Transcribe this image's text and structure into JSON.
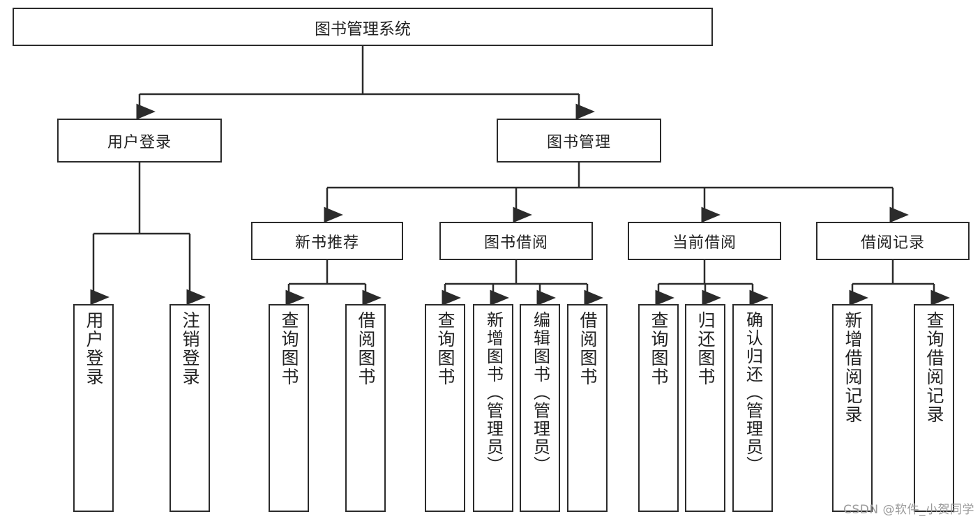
{
  "diagram": {
    "type": "tree-hierarchy",
    "title": "图书管理系统",
    "watermark": "CSDN @软件_小贺同学",
    "colors": {
      "stroke": "#2b2b2b",
      "fill": "#ffffff",
      "text": "#222222",
      "watermark": "#9a9a9a"
    },
    "levels": {
      "level1": [
        "图书管理系统"
      ],
      "level2": [
        "用户登录",
        "图书管理"
      ],
      "level3": [
        "新书推荐",
        "图书借阅",
        "当前借阅",
        "借阅记录"
      ]
    },
    "nodes": {
      "root": {
        "label": "图书管理系统"
      },
      "level2": [
        {
          "label": "用户登录"
        },
        {
          "label": "图书管理"
        }
      ],
      "level3": [
        {
          "label": "新书推荐"
        },
        {
          "label": "图书借阅"
        },
        {
          "label": "当前借阅"
        },
        {
          "label": "借阅记录"
        }
      ],
      "leaves_user_login": [
        {
          "label": "用户登录"
        },
        {
          "label": "注销登录"
        }
      ],
      "leaves_new_book": [
        {
          "label": "查询图书"
        },
        {
          "label": "借阅图书"
        }
      ],
      "leaves_borrow": [
        {
          "label": "查询图书"
        },
        {
          "label": "新增图书（管理员）"
        },
        {
          "label": "编辑图书（管理员）"
        },
        {
          "label": "借阅图书"
        }
      ],
      "leaves_current": [
        {
          "label": "查询图书"
        },
        {
          "label": "归还图书"
        },
        {
          "label": "确认归还（管理员）"
        }
      ],
      "leaves_record": [
        {
          "label": "新增借阅记录"
        },
        {
          "label": "查询借阅记录"
        }
      ]
    },
    "edges": [
      {
        "from": "图书管理系统",
        "to": "用户登录"
      },
      {
        "from": "图书管理系统",
        "to": "图书管理"
      },
      {
        "from": "用户登录",
        "to": "用户登录"
      },
      {
        "from": "用户登录",
        "to": "注销登录"
      },
      {
        "from": "图书管理",
        "to": "新书推荐"
      },
      {
        "from": "图书管理",
        "to": "图书借阅"
      },
      {
        "from": "图书管理",
        "to": "当前借阅"
      },
      {
        "from": "图书管理",
        "to": "借阅记录"
      },
      {
        "from": "新书推荐",
        "to": "查询图书"
      },
      {
        "from": "新书推荐",
        "to": "借阅图书"
      },
      {
        "from": "图书借阅",
        "to": "查询图书"
      },
      {
        "from": "图书借阅",
        "to": "新增图书（管理员）"
      },
      {
        "from": "图书借阅",
        "to": "编辑图书（管理员）"
      },
      {
        "from": "图书借阅",
        "to": "借阅图书"
      },
      {
        "from": "当前借阅",
        "to": "查询图书"
      },
      {
        "from": "当前借阅",
        "to": "归还图书"
      },
      {
        "from": "当前借阅",
        "to": "确认归还（管理员）"
      },
      {
        "from": "借阅记录",
        "to": "新增借阅记录"
      },
      {
        "from": "借阅记录",
        "to": "查询借阅记录"
      }
    ]
  }
}
